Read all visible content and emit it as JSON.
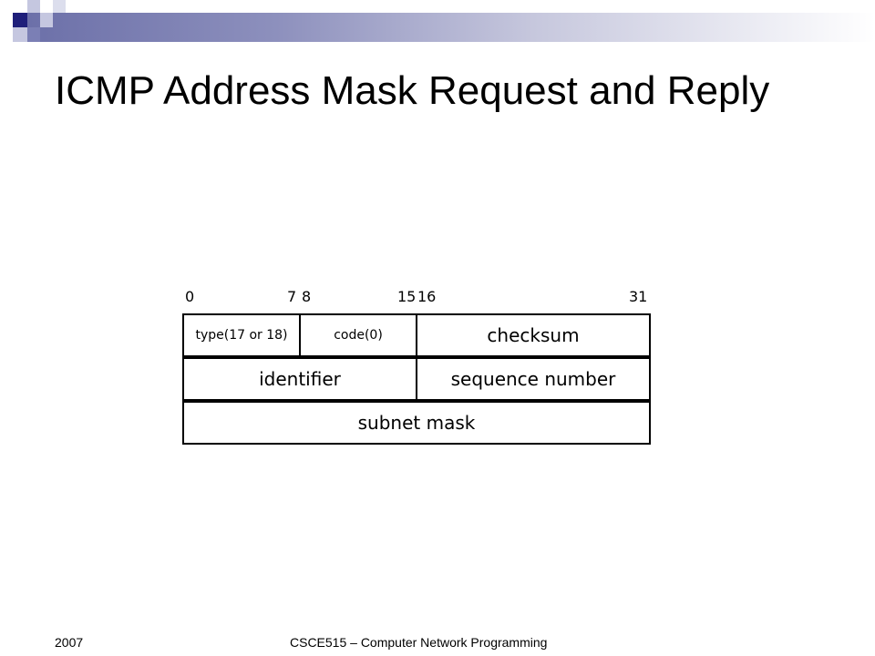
{
  "slide": {
    "title": "ICMP Address Mask Request and Reply",
    "footer_left": "2007",
    "footer_center": "CSCE515 – Computer Network Programming"
  },
  "diagram": {
    "bit_labels": {
      "b0": "0",
      "b7": "7",
      "b8": "8",
      "b15": "15",
      "b16": "16",
      "b31": "31"
    },
    "fields": {
      "type": "type(17 or 18)",
      "code": "code(0)",
      "checksum": "checksum",
      "identifier": "identifier",
      "sequence_number": "sequence number",
      "subnet_mask": "subnet mask"
    }
  },
  "colors": {
    "deco_dark": "#1f1f7a",
    "deco_mid": "#7b7fb5",
    "deco_light": "#c5c7e0"
  }
}
